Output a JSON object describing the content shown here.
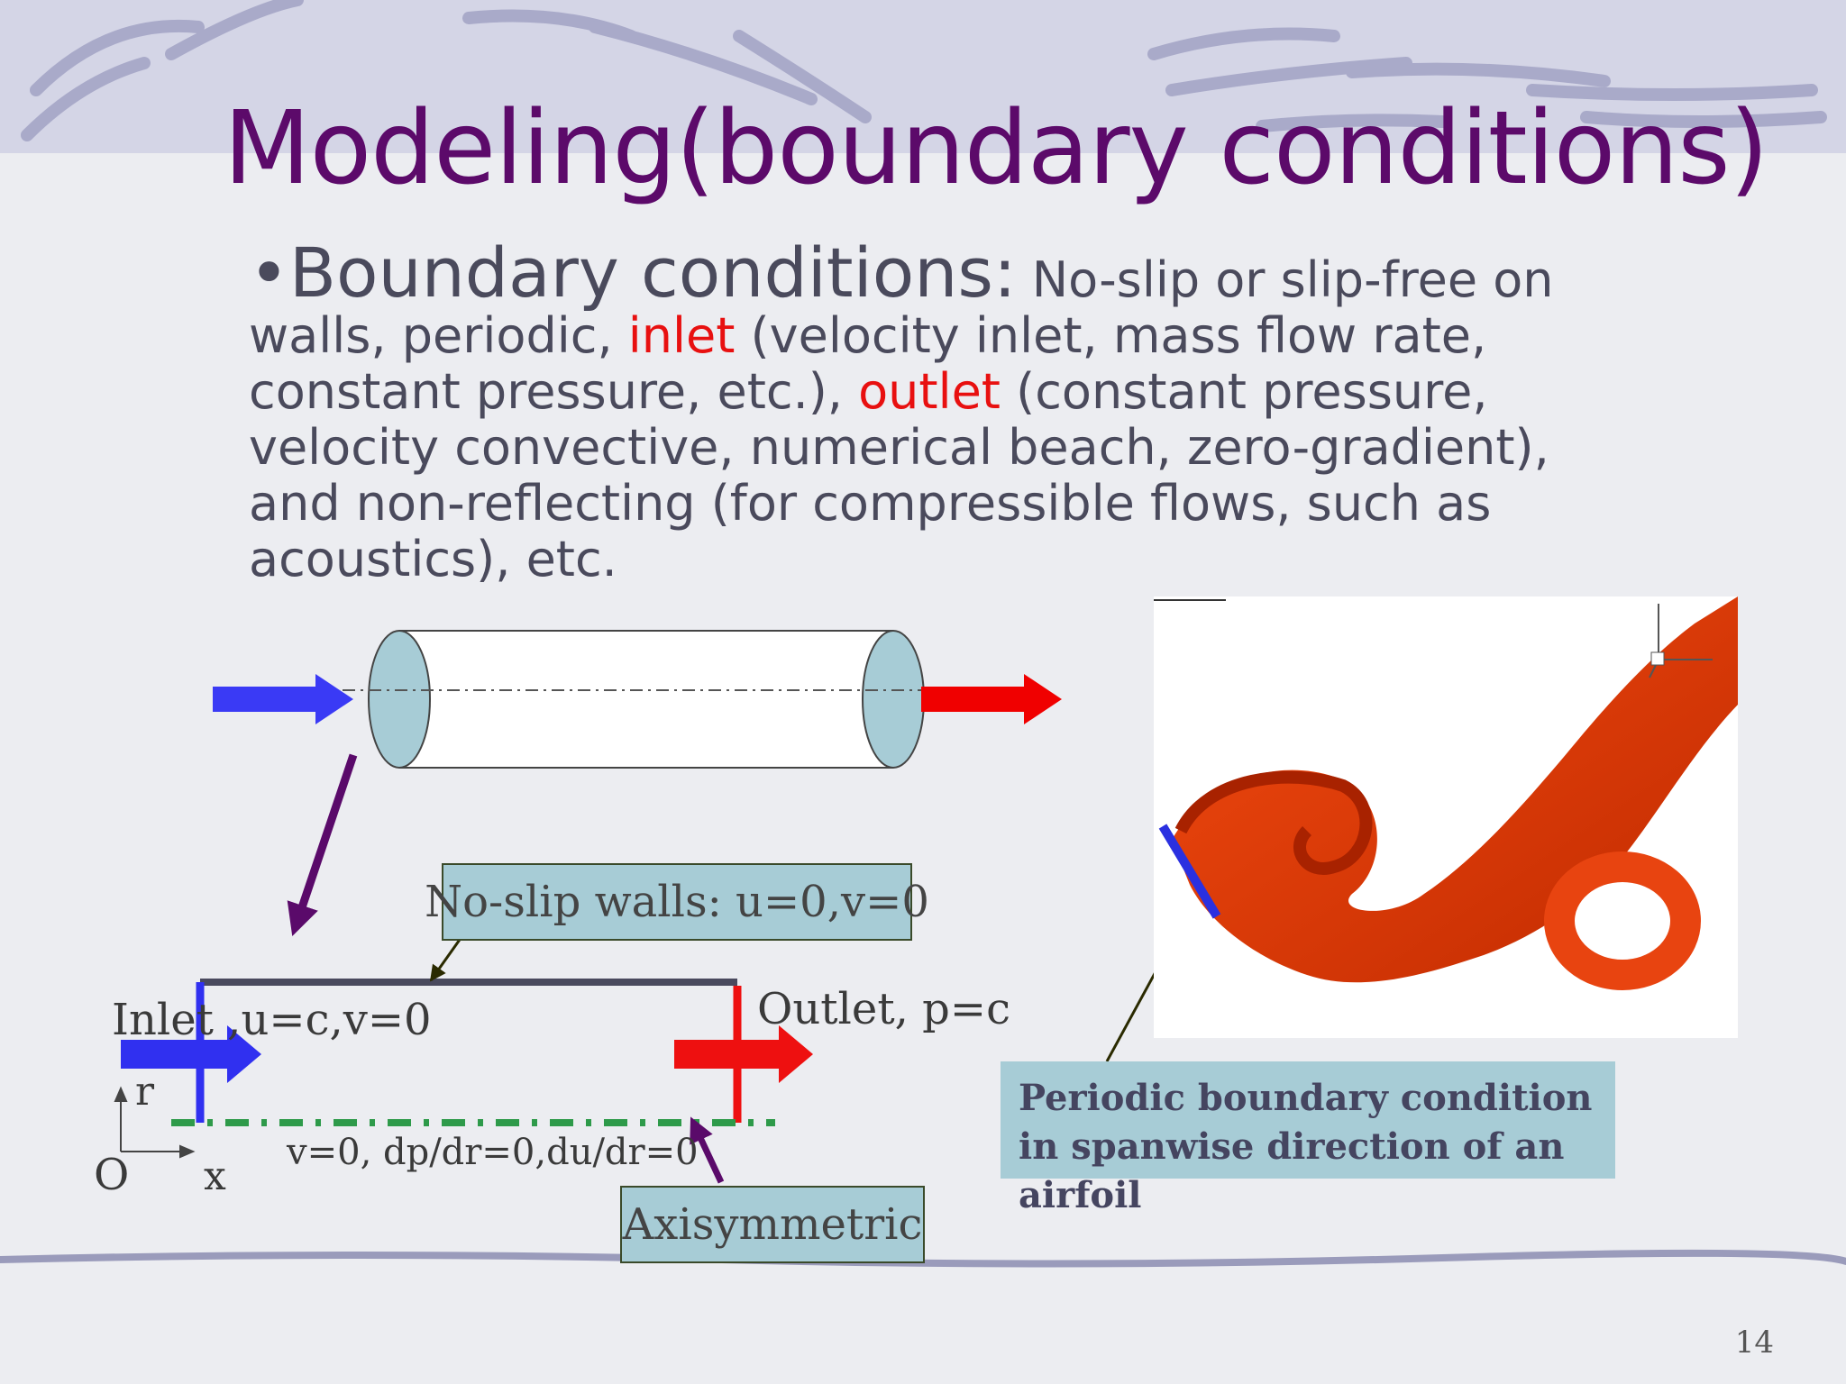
{
  "slide": {
    "title": "Modeling(boundary conditions)",
    "page_number": "14"
  },
  "bullet": {
    "heading": "Boundary conditions:",
    "t1": "No-slip or slip-free on walls, periodic, ",
    "inlet_word": "inlet",
    "t2": " (velocity inlet, mass flow rate, constant pressure, etc.), ",
    "outlet_word": "outlet",
    "t3": " (constant pressure, velocity convective, numerical beach, zero-gradient), and non-reflecting (for compressible flows, such as acoustics), etc."
  },
  "diagram": {
    "wall_label": "No-slip walls: u=0,v=0",
    "inlet_label": "Inlet ,u=c,v=0",
    "outlet_label": "Outlet, p=c",
    "axis_r": "r",
    "axis_x": "x",
    "origin": "O",
    "axis_condition": "v=0, dp/dr=0,du/dr=0",
    "axisym_label": "Axisymmetric"
  },
  "airfoil": {
    "caption": "Periodic boundary condition in spanwise direction of an airfoil"
  },
  "colors": {
    "title": "#5c0a6a",
    "highlight": "#e81010",
    "inlet_arrow": "#3030f0",
    "outlet_arrow": "#f00000",
    "box_fill": "#a7ccd6"
  }
}
